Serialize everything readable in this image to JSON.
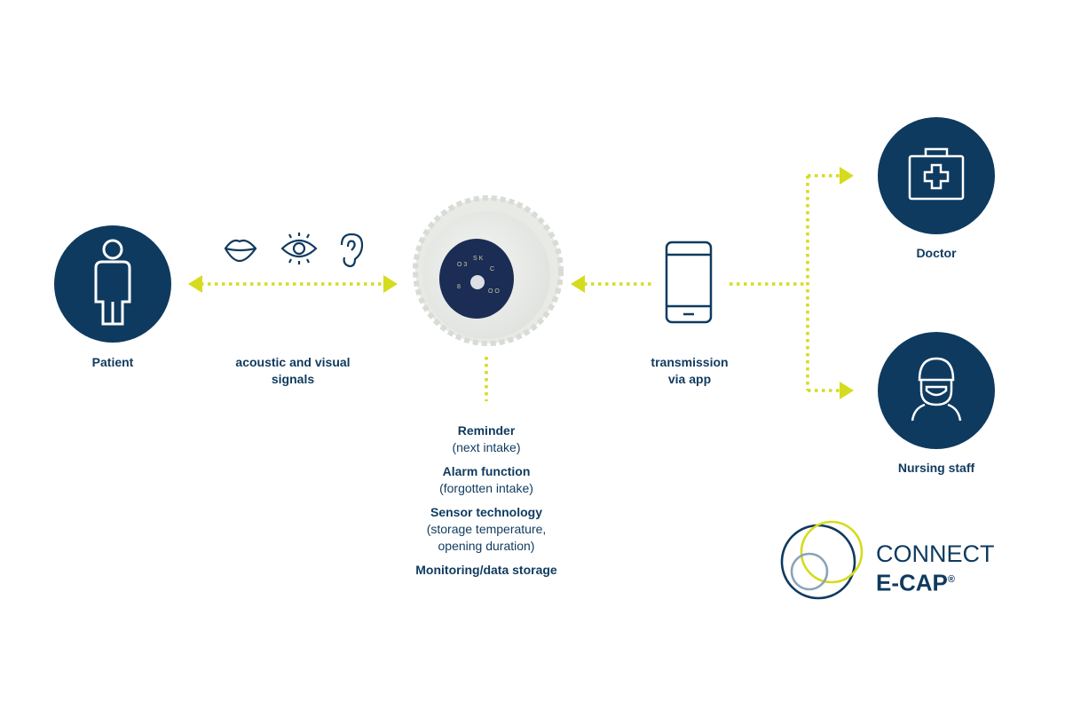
{
  "colors": {
    "navy": "#0f3a5f",
    "accent": "#d5dc1e",
    "grey_blue": "#8aa4b8"
  },
  "patient": {
    "label": "Patient",
    "icon": "person-icon"
  },
  "signals": {
    "line1": "acoustic and visual",
    "line2": "signals",
    "icons": [
      "lips-icon",
      "eye-icon",
      "ear-icon"
    ]
  },
  "transmission": {
    "line1": "transmission",
    "line2": "via app",
    "icon": "smartphone-icon"
  },
  "doctor": {
    "label": "Doctor",
    "icon": "medical-kit-icon"
  },
  "nursing": {
    "label": "Nursing staff",
    "icon": "nurse-icon"
  },
  "features": [
    {
      "title": "Reminder",
      "detail": "(next intake)"
    },
    {
      "title": "Alarm function",
      "detail": "(forgotten intake)"
    },
    {
      "title": "Sensor technology",
      "detail": "(storage temperature, opening duration)"
    },
    {
      "title": "Monitoring/data storage",
      "detail": ""
    }
  ],
  "logo": {
    "line1": "CONNECT",
    "line2": "E-CAP",
    "mark": "®"
  }
}
